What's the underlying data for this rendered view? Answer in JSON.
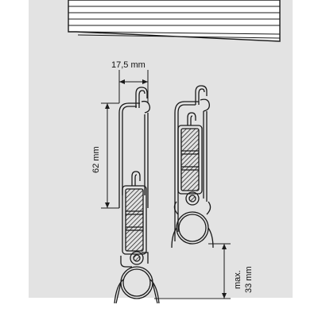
{
  "labels": {
    "width_dimension": "17,5 mm",
    "height_dimension": "62 mm",
    "max_label": "max.",
    "max_value": "33 mm"
  },
  "colors": {
    "panel_background": "#e3e3e3",
    "blind_fill": "#ffffff",
    "line": "#1a1a1a",
    "hatch": "#2a2a2a"
  },
  "icons": {
    "blind": "roller-shutter-slats",
    "left_profile": "guide-rail-profile-extended",
    "right_profile": "guide-rail-profile-retracted"
  }
}
